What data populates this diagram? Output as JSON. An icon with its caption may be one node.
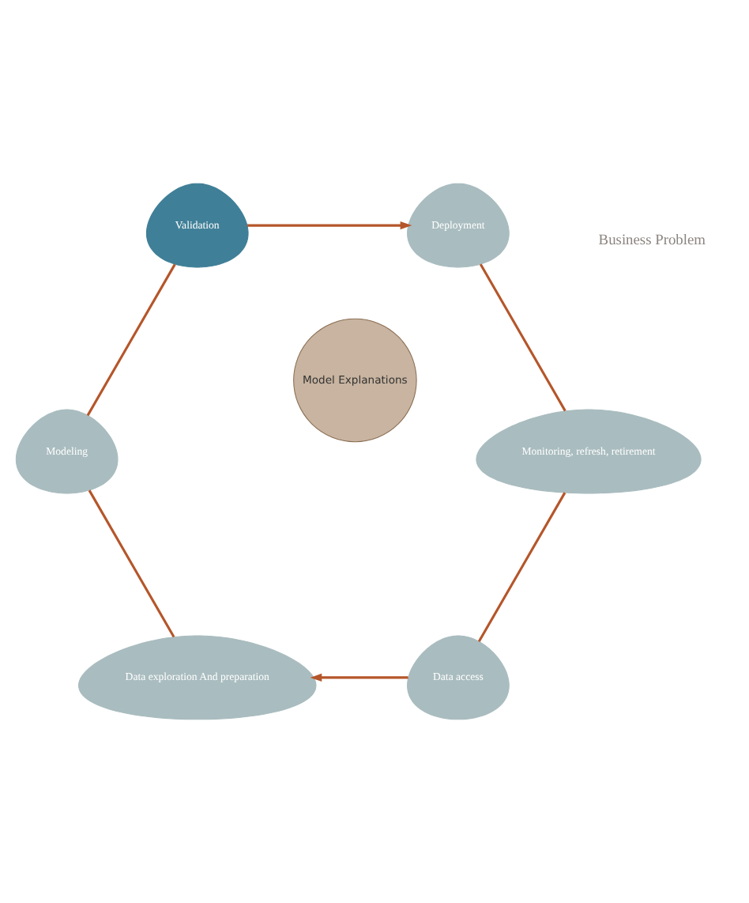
{
  "diagram": {
    "nodes": [
      {
        "text": [
          "Data access"
        ]
      },
      {
        "text": [
          "Data exploration And preparation"
        ]
      },
      {
        "text": [
          "Modeling"
        ]
      },
      {
        "text": [
          "Validation"
        ]
      },
      {
        "text": [
          "Model Explanations"
        ]
      },
      {
        "text": [
          "Deployment"
        ]
      },
      {
        "text": [
          "Monitoring, refresh, retirement"
        ]
      }
    ],
    "edges": [
      {
        "from": 0,
        "to": 1,
        "arrow": "to"
      },
      {
        "from": 1,
        "to": 2,
        "arrow": "none"
      },
      {
        "from": 2,
        "to": 3,
        "arrow": "none"
      },
      {
        "from": 3,
        "to": 5,
        "arrow": "to"
      },
      {
        "from": 5,
        "to": 6,
        "arrow": "none"
      },
      {
        "from": 6,
        "to": 0,
        "arrow": "none"
      }
    ],
    "labels": [
      "Business Problem"
    ]
  }
}
